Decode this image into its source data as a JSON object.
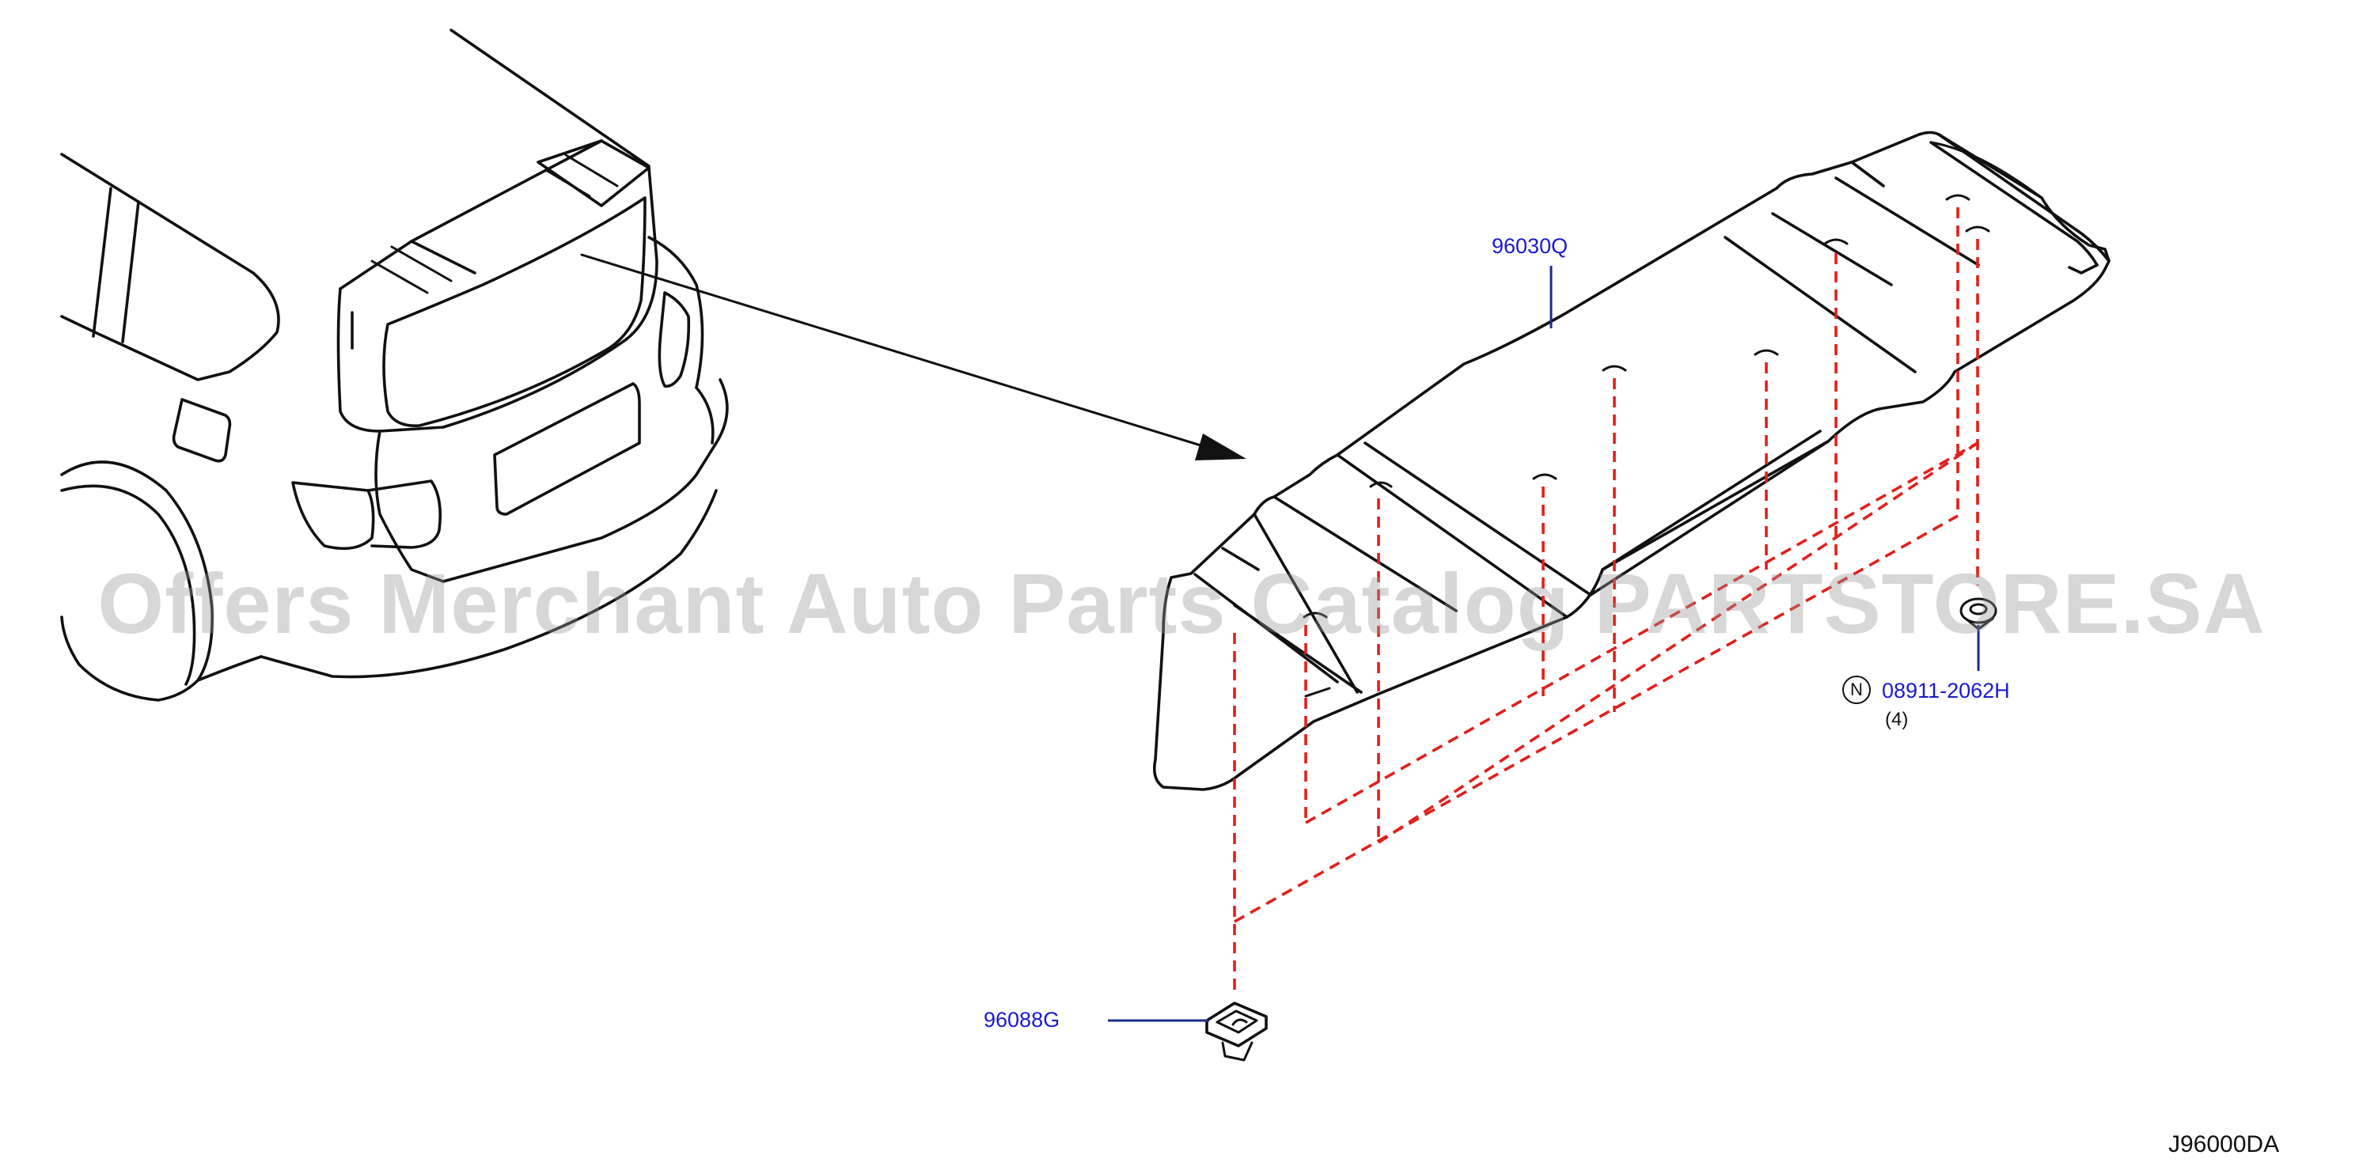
{
  "watermark": "Offers Merchant Auto Parts Catalog PARTSTORE.SA",
  "parts": {
    "spoiler": "96030Q",
    "clip": "96088G",
    "screw": "08911-2062H",
    "screw_qty": "(4)",
    "screw_badge": "N"
  },
  "diagram_code": "J96000DA",
  "colors": {
    "line": "#111111",
    "label": "#1a1ad0",
    "dashed_guide": "#e0201c",
    "leader": "#1a2b8c"
  }
}
